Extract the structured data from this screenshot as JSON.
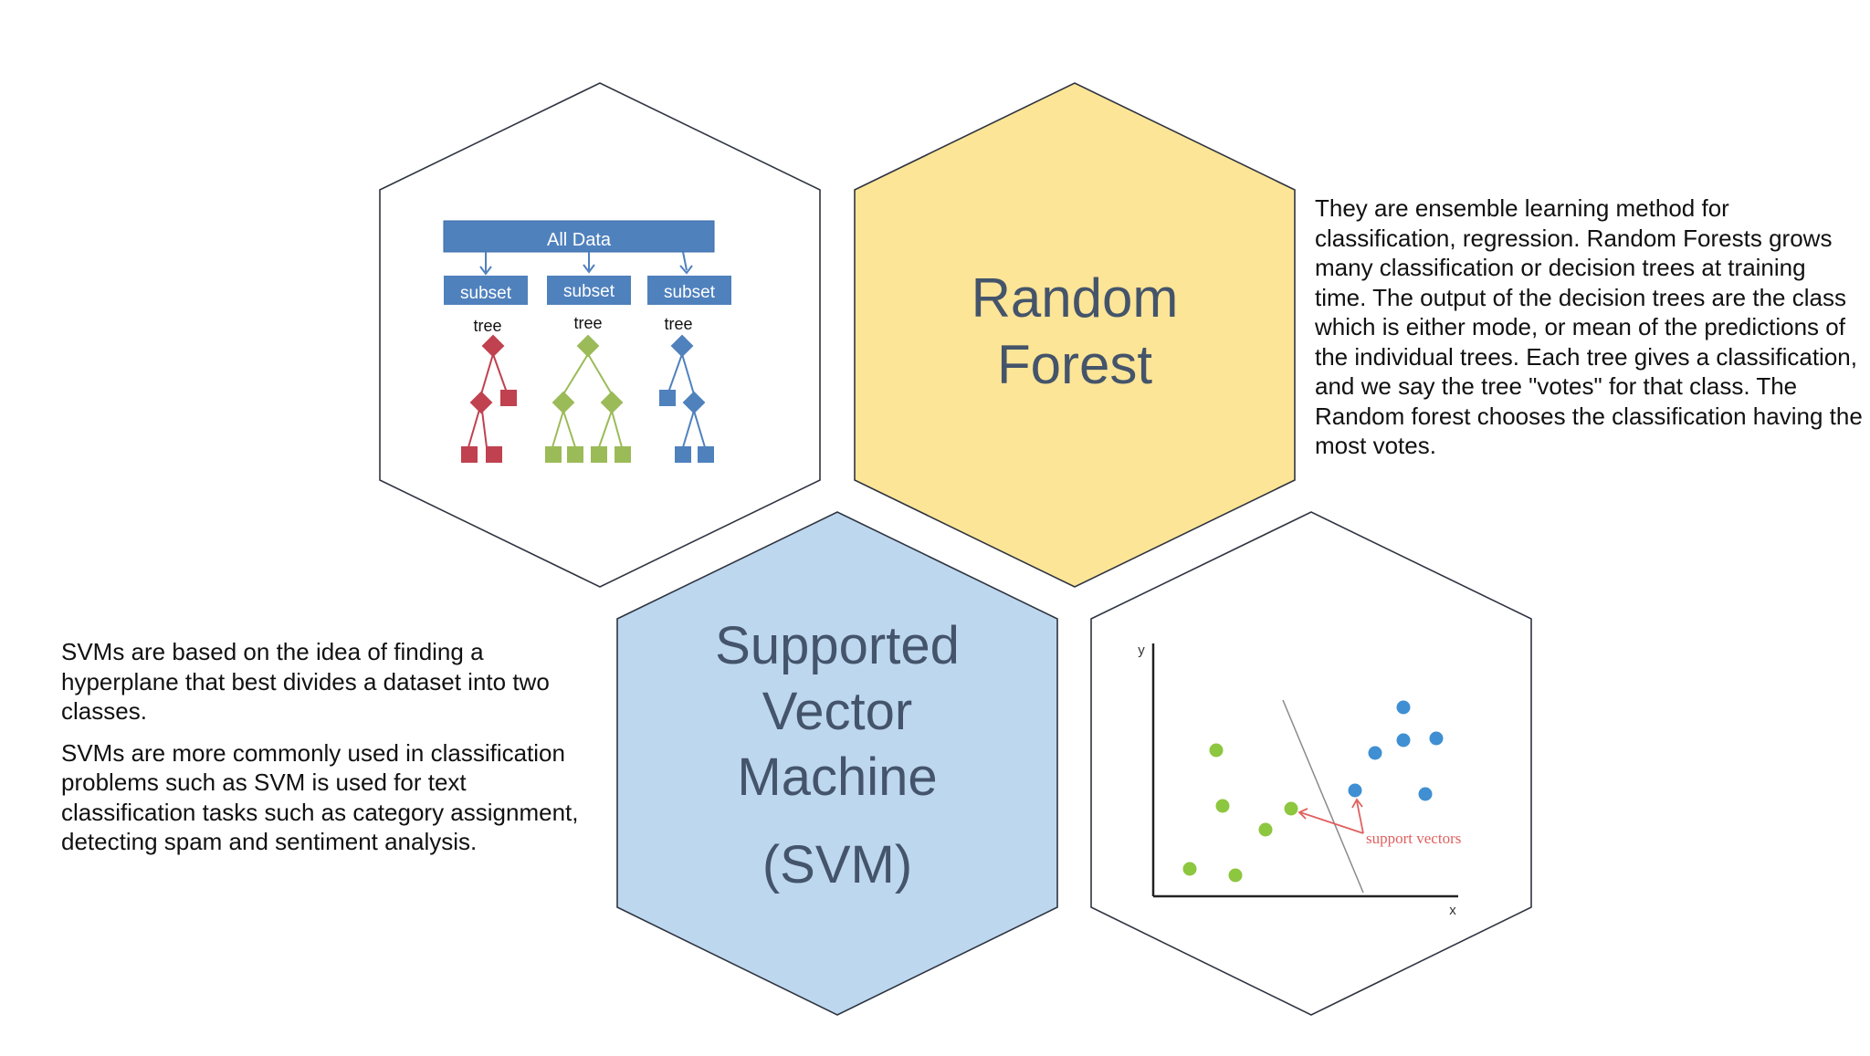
{
  "random_forest": {
    "title_line1": "Random",
    "title_line2": "Forest",
    "description": "They are ensemble learning method for classification, regression. Random Forests grows many classification or decision trees at training time. The output of the decision trees are the class which is either mode, or mean of the predictions of the individual trees. Each tree gives a classification, and we say the tree \"votes\" for that class. The Random forest chooses the classification having the most votes.",
    "fill_color": "#fde597",
    "diagram": {
      "header": "All Data",
      "subsets": [
        "subset",
        "subset",
        "subset"
      ],
      "tree_labels": [
        "tree",
        "tree",
        "tree"
      ],
      "tree_colors": [
        "#c0414f",
        "#9bbb59",
        "#4f81bd"
      ],
      "header_color": "#4f81bd"
    }
  },
  "svm": {
    "title_line1": "Supported",
    "title_line2": "Vector",
    "title_line3": "Machine",
    "title_line4": "(SVM)",
    "paragraph1": "SVMs are based on the idea of finding a hyperplane that best divides a dataset into two classes.",
    "paragraph2": "SVMs are more commonly used in classification problems such as SVM is used for text classification tasks such as category assignment, detecting spam and sentiment analysis.",
    "fill_color": "#bdd7ee",
    "plot": {
      "y_axis_label": "y",
      "x_axis_label": "x",
      "annotation": "support vectors",
      "class_colors": [
        "#8dc63f",
        "#3f8fd2"
      ],
      "annotation_color": "#e0605f"
    }
  },
  "theme": {
    "outline_color": "#2e3440",
    "title_color": "#44546a"
  }
}
